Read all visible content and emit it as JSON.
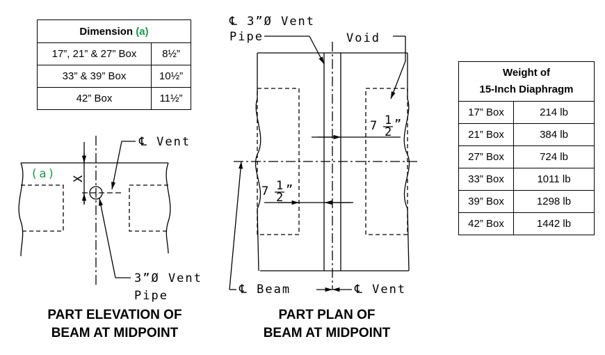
{
  "dimension_table": {
    "header_prefix": "Dimension",
    "header_symbol": "(a)",
    "rows": [
      {
        "box": "17”, 21” & 27” Box",
        "value": "8½”"
      },
      {
        "box": "33” & 39” Box",
        "value": "10½”"
      },
      {
        "box": "42” Box",
        "value": "11½”"
      }
    ]
  },
  "weight_table": {
    "title_line1": "Weight of",
    "title_line2": "15-Inch Diaphragm",
    "rows": [
      {
        "box": "17” Box",
        "weight": "214 lb"
      },
      {
        "box": "21” Box",
        "weight": "384 lb"
      },
      {
        "box": "27” Box",
        "weight": "724 lb"
      },
      {
        "box": "33” Box",
        "weight": "1011 lb"
      },
      {
        "box": "39” Box",
        "weight": "1298 lb"
      },
      {
        "box": "42” Box",
        "weight": "1442 lb"
      }
    ]
  },
  "elevation": {
    "vent_label": "℄ Vent",
    "dim_symbol": "(a)",
    "dim_x": "X",
    "pipe_label_line1": "3”Ø Vent",
    "pipe_label_line2": "Pipe",
    "caption_line1": "PART ELEVATION OF",
    "caption_line2": "BEAM AT MIDPOINT"
  },
  "plan": {
    "pipe_label_line1": "℄ 3”Ø Vent",
    "pipe_label_line2": "Pipe",
    "void_label": "Void",
    "dim_upper_whole": "7",
    "dim_upper_num": "1",
    "dim_upper_den": "2",
    "dim_lower_whole": "7",
    "dim_lower_num": "1",
    "dim_lower_den": "2",
    "inch_mark": "”",
    "beam_label": "℄ Beam",
    "vent_label": "℄ Vent",
    "caption_line1": "PART PLAN OF",
    "caption_line2": "BEAM AT MIDPOINT"
  },
  "colors": {
    "accent": "#1a9a4a",
    "line": "#000000",
    "hidden": "#555555"
  }
}
